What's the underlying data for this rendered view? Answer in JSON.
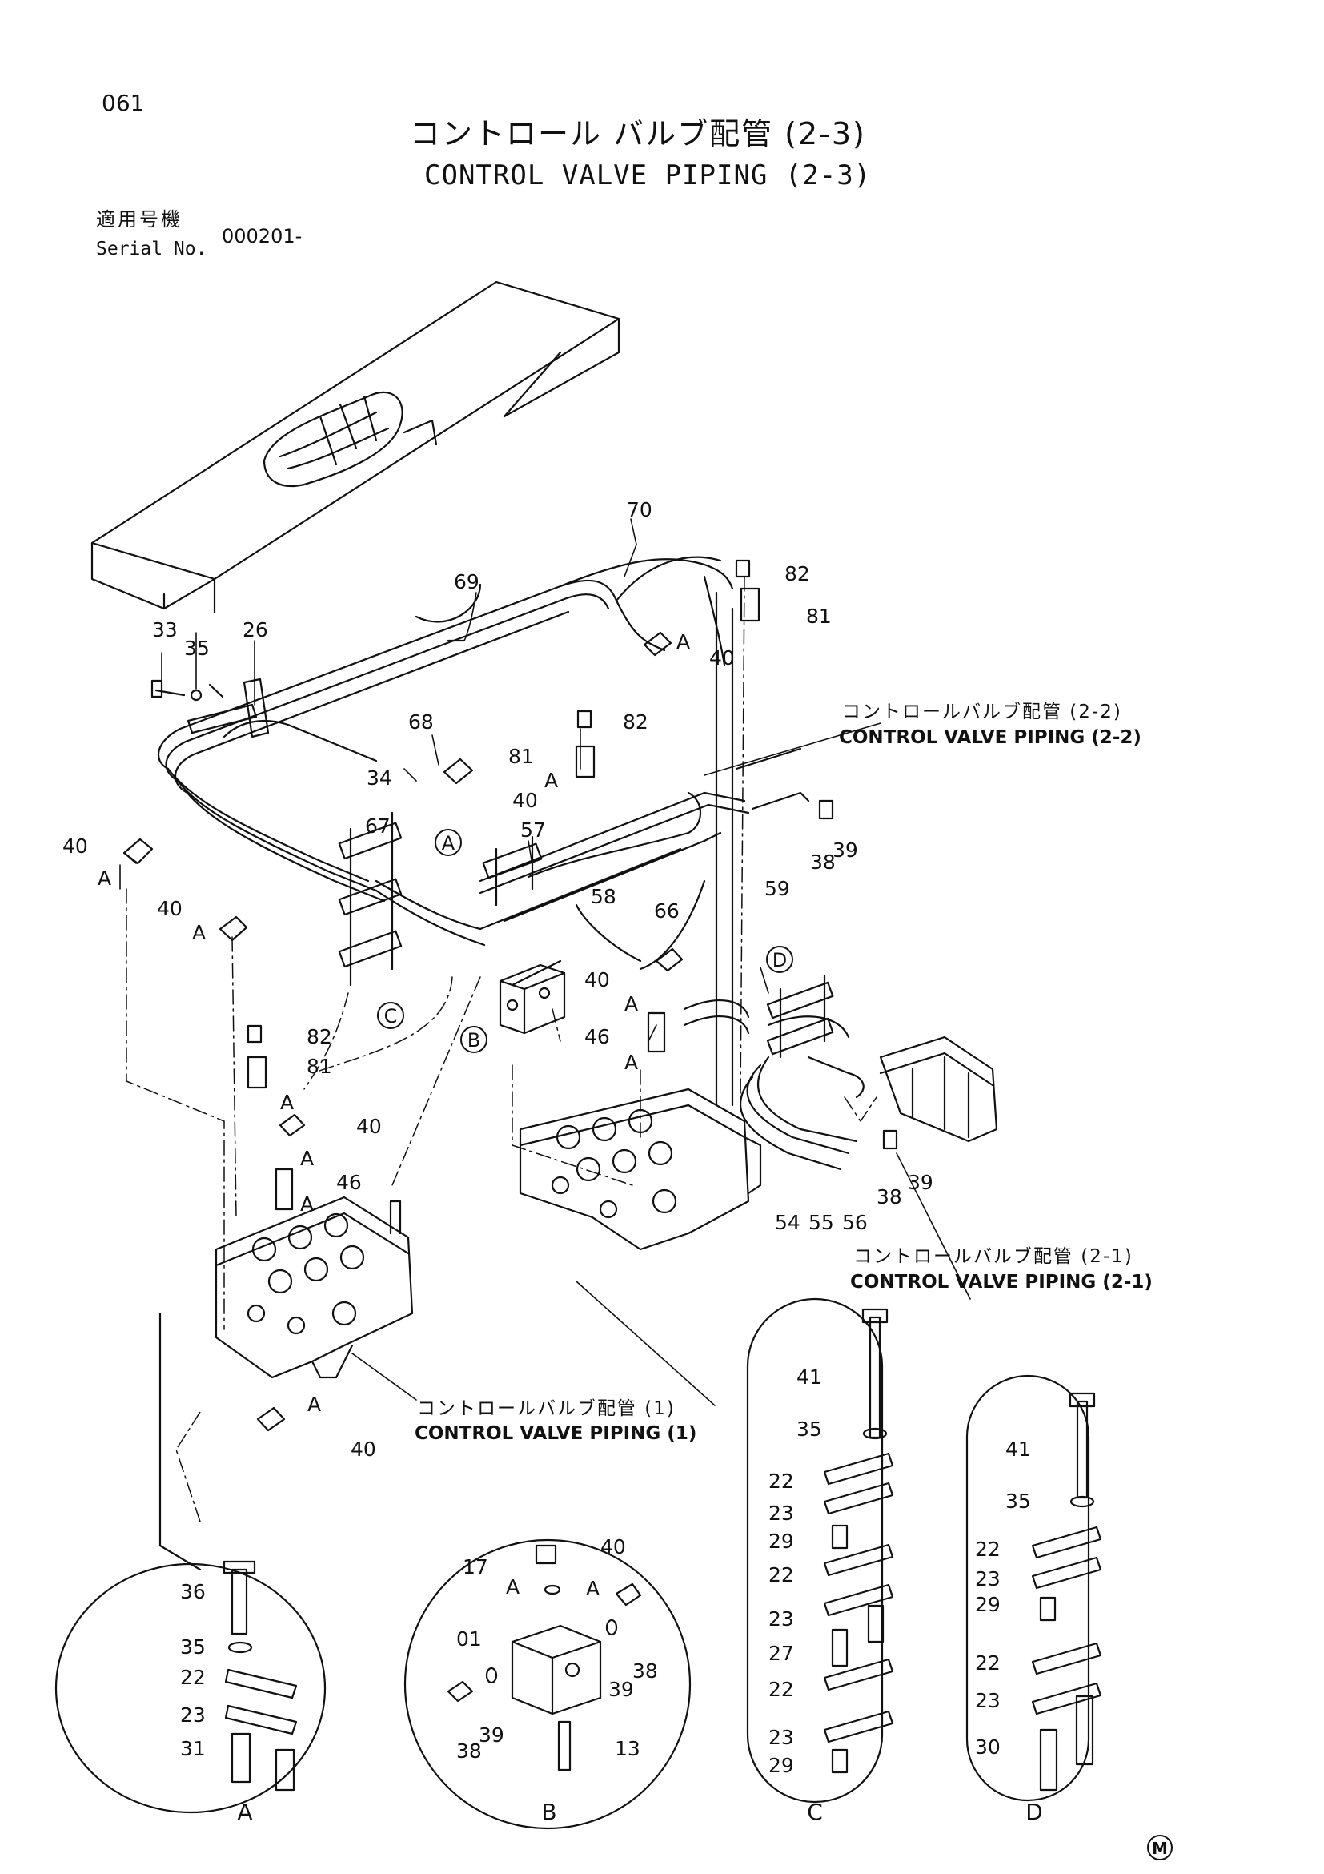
{
  "page_number": "061",
  "title_jp": "コントロール バルブ配管 (2-3)",
  "title_en": "CONTROL VALVE PIPING (2-3)",
  "serial": {
    "label_jp": "適用号機",
    "label_en": "Serial No.",
    "value": "000201-"
  },
  "references": [
    {
      "jp": "コントロールバルブ配管 (2-2)",
      "en": "CONTROL VALVE PIPING (2-2)"
    },
    {
      "jp": "コントロールバルブ配管 (2-1)",
      "en": "CONTROL VALVE PIPING (2-1)"
    },
    {
      "jp": "コントロールバルブ配管 (1)",
      "en": "CONTROL VALVE PIPING (1)"
    }
  ],
  "detail_sections": [
    "A",
    "B",
    "C",
    "D"
  ],
  "section_callouts": [
    "A",
    "B",
    "C",
    "D"
  ],
  "part_labels": [
    "70",
    "82",
    "69",
    "81",
    "40",
    "A",
    "33",
    "35",
    "26",
    "68",
    "82",
    "81",
    "A",
    "34",
    "40",
    "67",
    "57",
    "40",
    "A",
    "38",
    "39",
    "59",
    "58",
    "66",
    "40",
    "A",
    "40",
    "A",
    "46",
    "A",
    "82",
    "81",
    "A",
    "40",
    "A",
    "46",
    "A",
    "54",
    "55",
    "56",
    "38",
    "39",
    "40",
    "A",
    "41",
    "35",
    "22",
    "23",
    "29",
    "22",
    "23",
    "27",
    "22",
    "23",
    "29",
    "41",
    "35",
    "22",
    "23",
    "29",
    "22",
    "23",
    "30",
    "36",
    "35",
    "22",
    "23",
    "31",
    "17",
    "A",
    "40",
    "A",
    "01",
    "39",
    "38",
    "38",
    "39",
    "13"
  ],
  "manufacturer_mark": "M"
}
